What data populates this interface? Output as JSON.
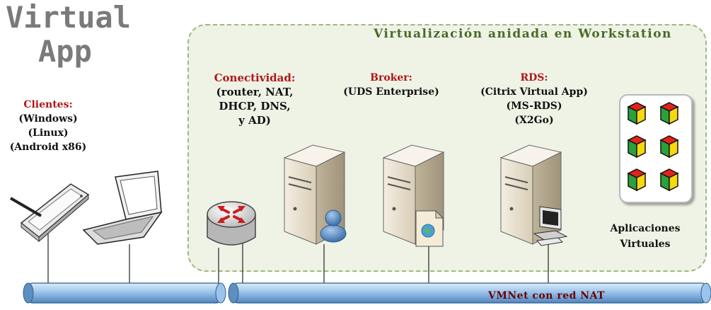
{
  "title": {
    "line1": "Virtual",
    "line2": "App"
  },
  "zone": {
    "title": "Virtualización anidada en Workstation"
  },
  "clients": {
    "heading": "Clientes:",
    "lines": [
      "(Windows)",
      "(Linux)",
      "(Android x86)"
    ]
  },
  "connectivity": {
    "heading": "Conectividad:",
    "lines": [
      "(router, NAT,",
      "DHCP, DNS,",
      "y AD)"
    ]
  },
  "broker": {
    "heading": "Broker:",
    "lines": [
      "(UDS Enterprise)"
    ]
  },
  "rds": {
    "heading": "RDS:",
    "lines": [
      "(Citrix Virtual App)",
      "(MS-RDS)",
      "(X2Go)"
    ]
  },
  "apps": {
    "label_line1": "Aplicaciones",
    "label_line2": "Virtuales"
  },
  "network": {
    "label": "VMNet con red NAT"
  },
  "colors": {
    "heading_red": "#b0161a",
    "zone_green": "#4a6a27",
    "pipe_blue": "#7fb0e0"
  }
}
